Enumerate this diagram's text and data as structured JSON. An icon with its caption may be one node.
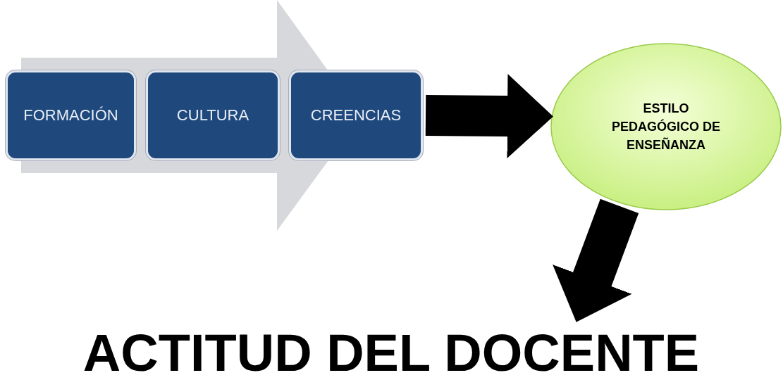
{
  "diagram": {
    "nodes": [
      {
        "text": [],
        "shape": "arrow"
      },
      {
        "text": [
          "FORMACIÓN"
        ]
      },
      {
        "text": [
          "CULTURA"
        ],
        "in": 0
      },
      {
        "text": [
          "CREENCIAS"
        ]
      },
      {
        "text": [
          "ESTILO PEDAGÓGICO DE ENSEÑANZA"
        ]
      },
      {
        "text": [
          "ACTITUD DEL DOCENTE"
        ]
      }
    ],
    "edges": [
      {
        "from": 3,
        "to": 4,
        "arrow": "to"
      },
      {
        "from": 4,
        "to": 5,
        "arrow": "to"
      }
    ]
  }
}
